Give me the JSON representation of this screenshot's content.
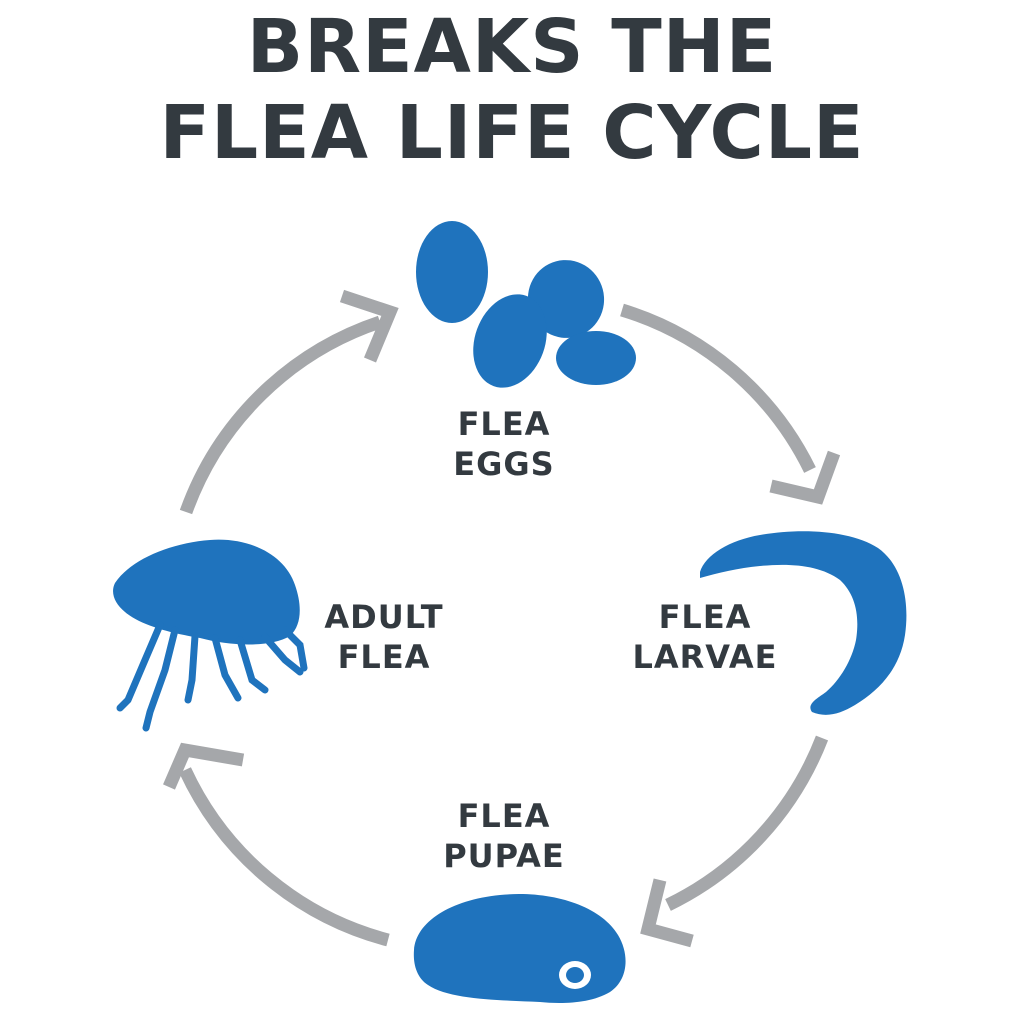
{
  "title": {
    "line1": "BREAKS THE",
    "line2": "FLEA LIFE CYCLE"
  },
  "colors": {
    "title_text": "#333a40",
    "arrow": "#a5a7aa",
    "silhouette": "#1f73bd",
    "background": "#ffffff"
  },
  "stages": [
    {
      "id": "eggs",
      "line1": "FLEA",
      "line2": "EGGS",
      "icon": "flea-eggs-icon"
    },
    {
      "id": "larvae",
      "line1": "FLEA",
      "line2": "LARVAE",
      "icon": "flea-larva-icon"
    },
    {
      "id": "pupae",
      "line1": "FLEA",
      "line2": "PUPAE",
      "icon": "flea-pupa-icon"
    },
    {
      "id": "adult",
      "line1": "ADULT",
      "line2": "FLEA",
      "icon": "adult-flea-icon"
    }
  ],
  "arrows": [
    {
      "from": "eggs",
      "to": "larvae",
      "icon": "clockwise-arrow-icon"
    },
    {
      "from": "larvae",
      "to": "pupae",
      "icon": "clockwise-arrow-icon"
    },
    {
      "from": "pupae",
      "to": "adult",
      "icon": "clockwise-arrow-icon"
    },
    {
      "from": "adult",
      "to": "eggs",
      "icon": "clockwise-arrow-icon"
    }
  ]
}
